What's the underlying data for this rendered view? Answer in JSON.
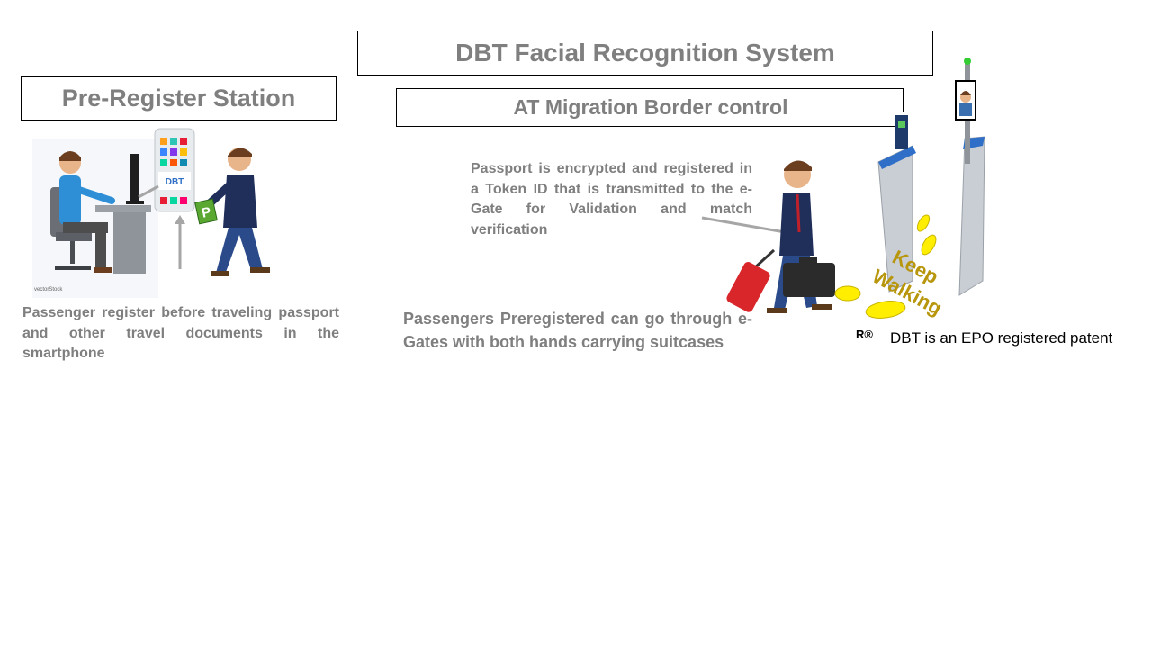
{
  "title": "DBT Facial Recognition System",
  "pre_register": {
    "heading": "Pre-Register Station",
    "description": "Passenger register before traveling passport and other travel documents in the smartphone",
    "phone_label": "DBT",
    "p_card": "P",
    "watermark": "vectorStock"
  },
  "border": {
    "heading": "AT Migration Border control",
    "passport_text": "Passport is encrypted and registered in a Token ID that is transmitted to the e-Gate for Validation and match verification",
    "passengers_text": "Passengers Preregistered can go through e-Gates with both hands carrying suitcases",
    "keep": "Keep",
    "walking": "Walking"
  },
  "patent": {
    "mark": "R®",
    "text": "DBT is an EPO registered patent"
  },
  "colors": {
    "heading_gray": "#7f7f7f",
    "keep_walking": "#b8960c",
    "footprint": "#ffee00",
    "suit_navy": "#1f2f5a",
    "shirt_blue": "#2f8fd6",
    "card_green": "#5aa832",
    "suitcase_red": "#d8262b",
    "gate_blue": "#2f6fc7"
  }
}
